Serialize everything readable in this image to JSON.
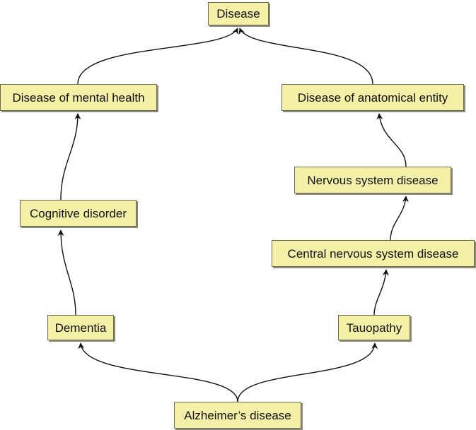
{
  "diagram": {
    "nodes": {
      "disease": "Disease",
      "mental_health": "Disease of mental health",
      "anatomical_entity": "Disease of anatomical entity",
      "cognitive_disorder": "Cognitive disorder",
      "nervous_system": "Nervous system disease",
      "central_nervous_system": "Central nervous system disease",
      "dementia": "Dementia",
      "tauopathy": "Tauopathy",
      "alzheimers": "Alzheimer’s disease"
    },
    "edges": [
      {
        "from": "alzheimers",
        "to": "dementia"
      },
      {
        "from": "alzheimers",
        "to": "tauopathy"
      },
      {
        "from": "dementia",
        "to": "cognitive_disorder"
      },
      {
        "from": "cognitive_disorder",
        "to": "mental_health"
      },
      {
        "from": "mental_health",
        "to": "disease"
      },
      {
        "from": "tauopathy",
        "to": "central_nervous_system"
      },
      {
        "from": "central_nervous_system",
        "to": "nervous_system"
      },
      {
        "from": "nervous_system",
        "to": "anatomical_entity"
      },
      {
        "from": "anatomical_entity",
        "to": "disease"
      }
    ],
    "colors": {
      "node_fill": "#f4f0a8",
      "node_border": "#6b6b55",
      "edge": "#111111"
    }
  }
}
